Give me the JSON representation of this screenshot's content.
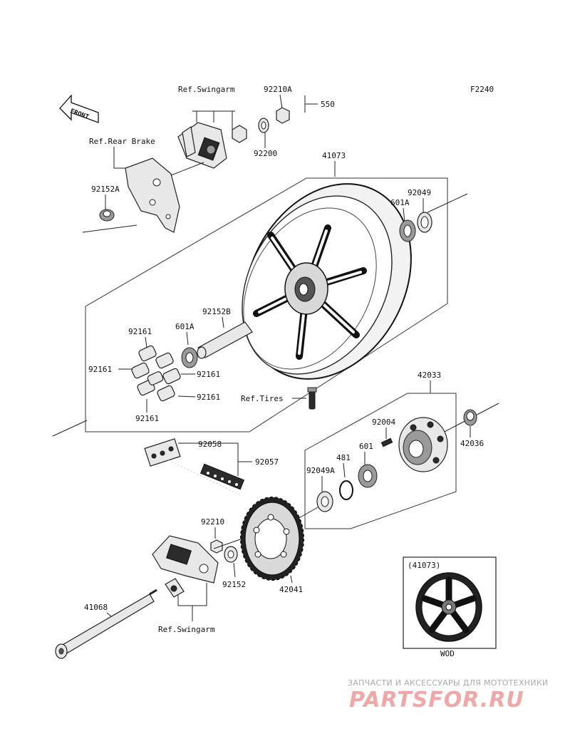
{
  "diagram_code": "F2240",
  "front_label": "FRONT",
  "labels": {
    "ref_swingarm_top": "Ref.Swingarm",
    "ref_rear_brake": "Ref.Rear Brake",
    "p92210A": "92210A",
    "p550": "550",
    "p92200": "92200",
    "p41073": "41073",
    "p92152A": "92152A",
    "p92049": "92049",
    "p601A_right": "601A",
    "p92152B": "92152B",
    "p601A_left": "601A",
    "p92161_a": "92161",
    "p92161_b": "92161",
    "p92161_c": "92161",
    "p92161_d": "92161",
    "p92161_e": "92161",
    "ref_tires": "Ref.Tires",
    "p42033": "42033",
    "p92004": "92004",
    "p42036": "42036",
    "p601": "601",
    "p481": "481",
    "p92049A": "92049A",
    "p92058": "92058",
    "p92057": "92057",
    "p92210": "92210",
    "p92152": "92152",
    "p42041": "42041",
    "p41068": "41068",
    "ref_swingarm_bottom": "Ref.Swingarm",
    "inset_title": "(41073)",
    "inset_caption": "WOD"
  },
  "watermark": {
    "tagline": "ЗАПЧАСТИ И АКСЕССУАРЫ ДЛЯ МОТОТЕХНИКИ",
    "brand": "PARTSFOR.RU",
    "color": "#f0a7a7"
  }
}
